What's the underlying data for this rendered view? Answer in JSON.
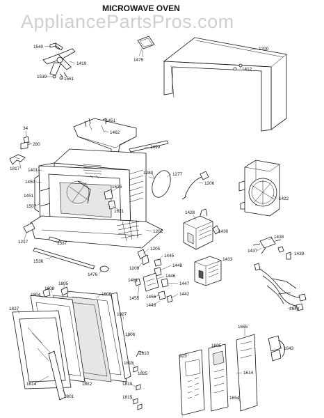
{
  "header": {
    "title": "MICROWAVE OVEN",
    "watermark": "AppliancePartsPros.com"
  },
  "parts": [
    {
      "id": "p1540",
      "label": "1540"
    },
    {
      "id": "p1419",
      "label": "1419"
    },
    {
      "id": "p1539",
      "label": "1539"
    },
    {
      "id": "p1561",
      "label": "1561"
    },
    {
      "id": "p1475",
      "label": "1475"
    },
    {
      "id": "p1200",
      "label": "1200"
    },
    {
      "id": "p1412",
      "label": "1412"
    },
    {
      "id": "p34",
      "label": "34"
    },
    {
      "id": "p280",
      "label": "280"
    },
    {
      "id": "p1451a",
      "label": "1451"
    },
    {
      "id": "p1462",
      "label": "1462"
    },
    {
      "id": "p1499",
      "label": "1499"
    },
    {
      "id": "p1817",
      "label": "1817"
    },
    {
      "id": "p1401",
      "label": "1401"
    },
    {
      "id": "p1450",
      "label": "1450"
    },
    {
      "id": "p1451b",
      "label": "1451"
    },
    {
      "id": "p1507",
      "label": "1507"
    },
    {
      "id": "p1280",
      "label": "1280"
    },
    {
      "id": "p1277",
      "label": "1277"
    },
    {
      "id": "p1206",
      "label": "1206"
    },
    {
      "id": "p1626",
      "label": "1626"
    },
    {
      "id": "p1621",
      "label": "1621"
    },
    {
      "id": "p1422",
      "label": "1422"
    },
    {
      "id": "p1428",
      "label": "1428"
    },
    {
      "id": "p1202",
      "label": "1202"
    },
    {
      "id": "p1430",
      "label": "1430"
    },
    {
      "id": "p1217",
      "label": "1217"
    },
    {
      "id": "p1537",
      "label": "1537"
    },
    {
      "id": "p1536",
      "label": "1536"
    },
    {
      "id": "p1205",
      "label": "1205"
    },
    {
      "id": "p1438",
      "label": "1438"
    },
    {
      "id": "p1437",
      "label": "1437"
    },
    {
      "id": "p1439",
      "label": "1439"
    },
    {
      "id": "p1476",
      "label": "1476"
    },
    {
      "id": "p1209",
      "label": "1209"
    },
    {
      "id": "p1445",
      "label": "1445"
    },
    {
      "id": "p1448",
      "label": "1448"
    },
    {
      "id": "p1433",
      "label": "1433"
    },
    {
      "id": "p1461",
      "label": "1461"
    },
    {
      "id": "p1446",
      "label": "1446"
    },
    {
      "id": "p1447",
      "label": "1447"
    },
    {
      "id": "p1455",
      "label": "1455"
    },
    {
      "id": "p1456",
      "label": "1456"
    },
    {
      "id": "p1442",
      "label": "1442"
    },
    {
      "id": "p1443",
      "label": "1443"
    },
    {
      "id": "p1648",
      "label": "1648"
    },
    {
      "id": "p1808a",
      "label": "1808"
    },
    {
      "id": "p1805",
      "label": "1805"
    },
    {
      "id": "p1608",
      "label": "1608"
    },
    {
      "id": "p1804",
      "label": "1804"
    },
    {
      "id": "p1827",
      "label": "1827"
    },
    {
      "id": "p1807",
      "label": "1807"
    },
    {
      "id": "p1808b",
      "label": "1808"
    },
    {
      "id": "p1655",
      "label": "1655"
    },
    {
      "id": "p1605",
      "label": "1605"
    },
    {
      "id": "p1643",
      "label": "1643"
    },
    {
      "id": "p923",
      "label": "923"
    },
    {
      "id": "p1810a",
      "label": "1810"
    },
    {
      "id": "p1815a",
      "label": "1815"
    },
    {
      "id": "p1825",
      "label": "1825"
    },
    {
      "id": "p1614",
      "label": "1614"
    },
    {
      "id": "p1814",
      "label": "1814"
    },
    {
      "id": "p1822",
      "label": "1822"
    },
    {
      "id": "p1810b",
      "label": "1810"
    },
    {
      "id": "p1801",
      "label": "1801"
    },
    {
      "id": "p1815b",
      "label": "1815"
    },
    {
      "id": "p1654",
      "label": "1654"
    }
  ]
}
